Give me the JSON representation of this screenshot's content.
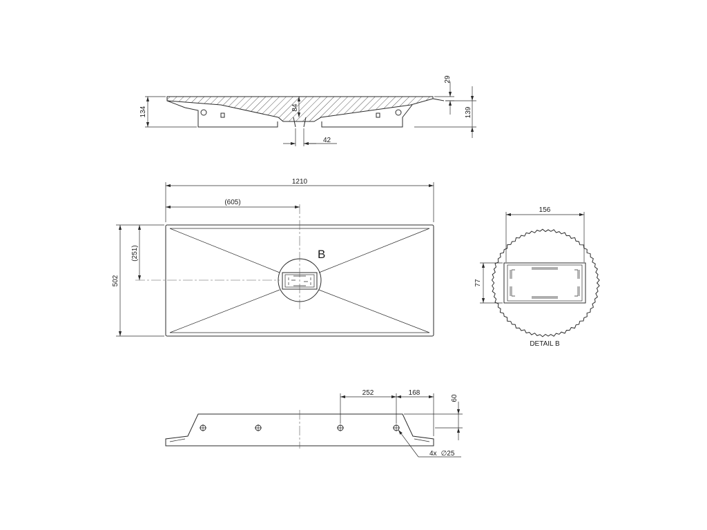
{
  "dimensions": {
    "side_depth_134": "134",
    "rim_29": "29",
    "depth_84": "84",
    "outer_139": "139",
    "drain_42": "42",
    "length_1210": "1210",
    "half_length_605": "605",
    "width_502": "502",
    "half_width_251": "251",
    "detail_width_156": "156",
    "detail_height_77": "77",
    "hole_spacing_252": "252",
    "hole_edge_168": "168",
    "bottom_height_60": "60",
    "hole_count_diameter": "4x",
    "hole_diameter": "25"
  },
  "labels": {
    "detail_marker": "B",
    "detail_caption": "DETAIL B"
  }
}
